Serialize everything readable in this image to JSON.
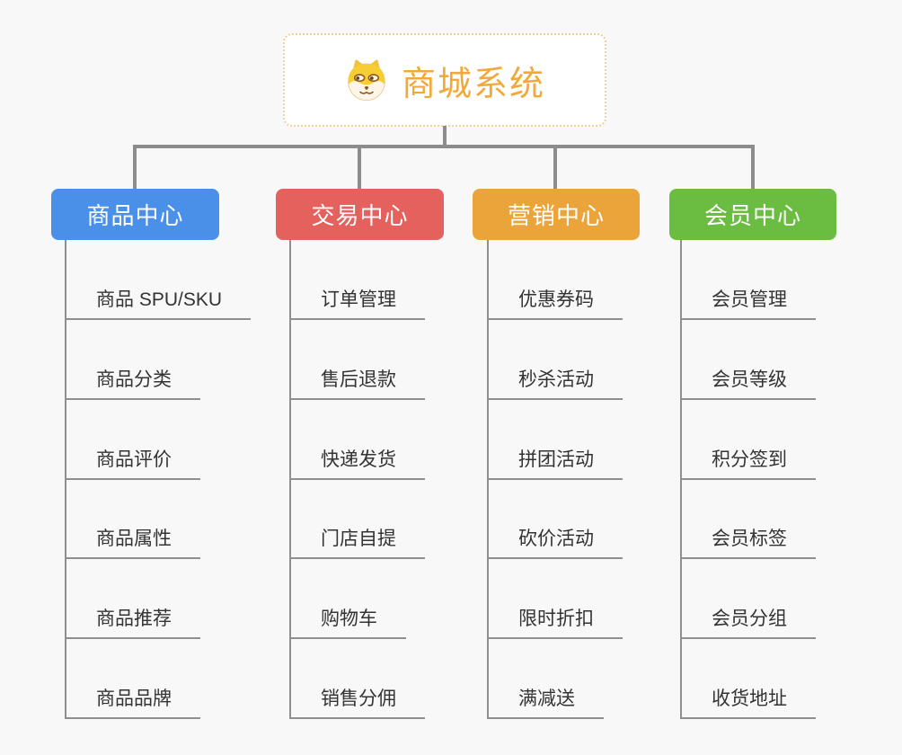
{
  "page": {
    "background": "#f8f8f8",
    "connector_color": "#8c8c8c",
    "leaf_line_color": "#8f8f8f",
    "leaf_text_color": "#333333"
  },
  "root": {
    "title": "商城系统",
    "title_color": "#f2a93c",
    "border_color": "#f1cf97",
    "icon": "doge-icon"
  },
  "branches": [
    {
      "label": "商品中心",
      "color": "#4a90e8",
      "children": [
        "商品 SPU/SKU",
        "商品分类",
        "商品评价",
        "商品属性",
        "商品推荐",
        "商品品牌"
      ]
    },
    {
      "label": "交易中心",
      "color": "#e5615d",
      "children": [
        "订单管理",
        "售后退款",
        "快递发货",
        "门店自提",
        "购物车",
        "销售分佣"
      ]
    },
    {
      "label": "营销中心",
      "color": "#eba43a",
      "children": [
        "优惠券码",
        "秒杀活动",
        "拼团活动",
        "砍价活动",
        "限时折扣",
        "满减送"
      ]
    },
    {
      "label": "会员中心",
      "color": "#6bbd42",
      "children": [
        "会员管理",
        "会员等级",
        "积分签到",
        "会员标签",
        "会员分组",
        "收货地址"
      ]
    }
  ]
}
